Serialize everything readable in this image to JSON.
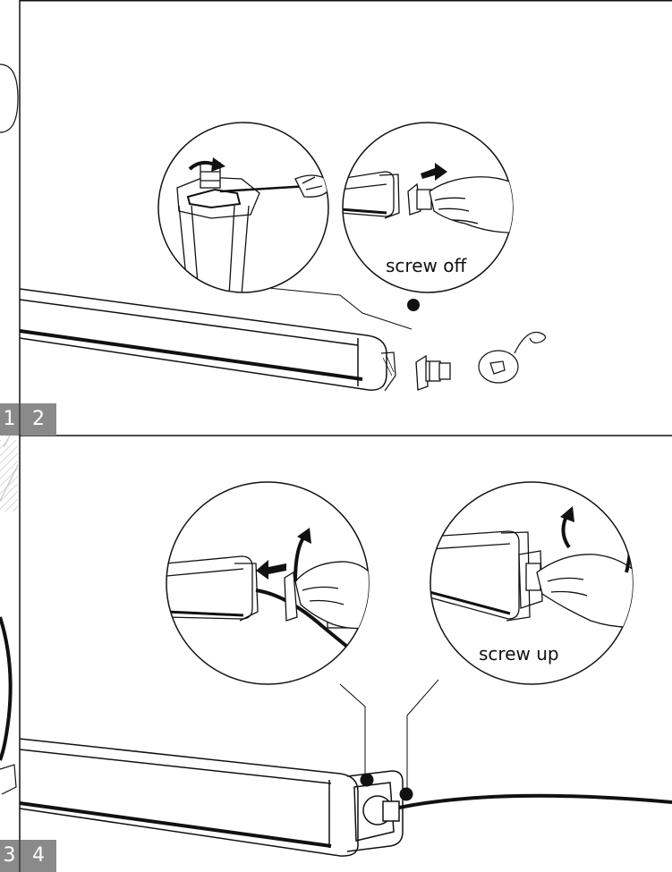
{
  "panels": {
    "top": {
      "steps": [
        "1",
        "2"
      ],
      "caption": "screw off"
    },
    "bottom": {
      "steps": [
        "3",
        "4"
      ],
      "caption": "screw up"
    }
  },
  "colors": {
    "line": "#111111",
    "badge": "#8a8a8a",
    "badge_text": "#ffffff",
    "background": "#ffffff"
  },
  "icons": [
    "rotate-arrow-icon",
    "right-arrow-icon",
    "left-arrow-icon",
    "up-arrow-icon",
    "screwdriver-icon",
    "hand-icon",
    "dot-marker-icon"
  ]
}
